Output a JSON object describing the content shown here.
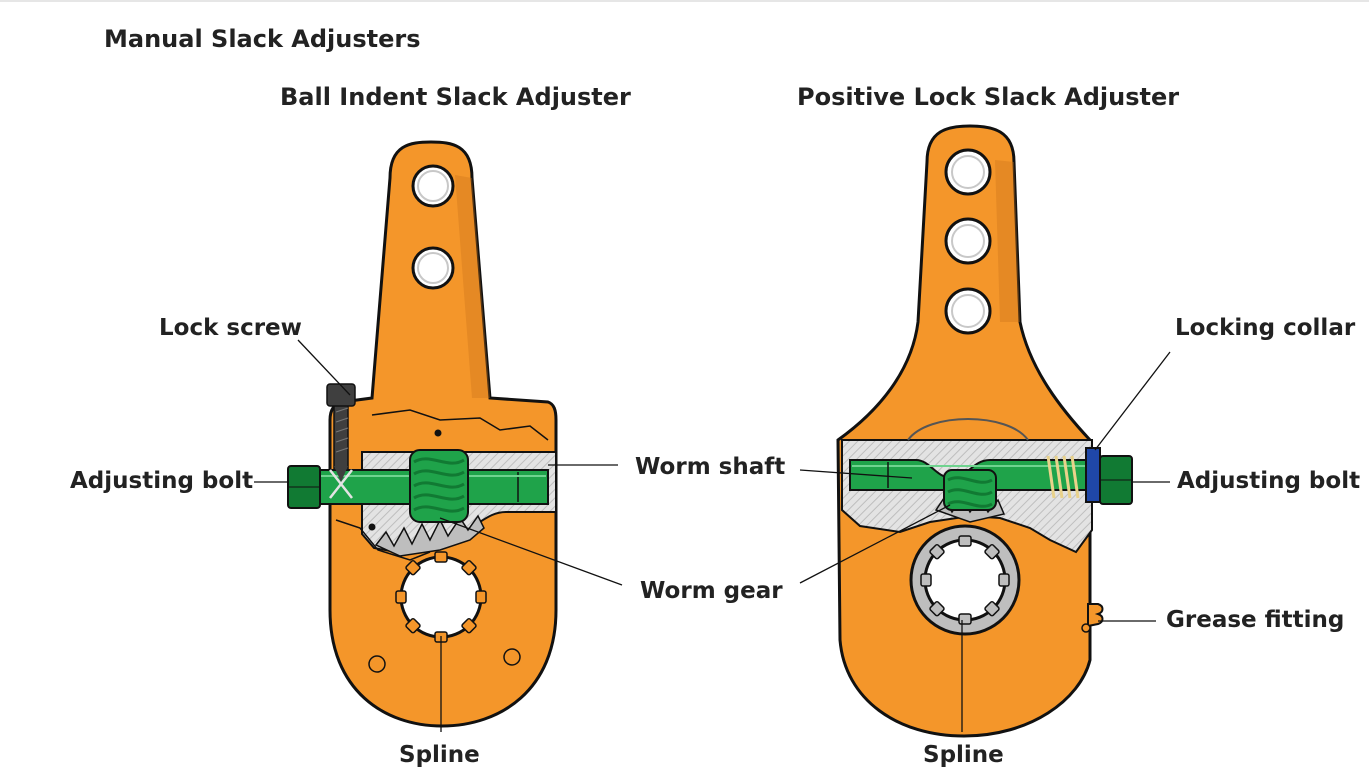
{
  "title": "Manual Slack Adjusters",
  "colors": {
    "body": "#F4962A",
    "body_dark": "#C9731A",
    "outline": "#111111",
    "worm": "#1FA34A",
    "worm_dark": "#117A33",
    "housing": "#BEBEBE",
    "housing_light": "#E3E3E3",
    "collar": "#1F47A8",
    "bolt_gray": "#3F3F3F",
    "leader": "#111111",
    "text": "#222222"
  },
  "left_adjuster": {
    "title": "Ball Indent Slack Adjuster",
    "labels": {
      "lock_screw": "Lock screw",
      "adjusting_bolt": "Adjusting bolt",
      "spline": "Spline"
    }
  },
  "right_adjuster": {
    "title": "Positive Lock Slack Adjuster",
    "labels": {
      "locking_collar": "Locking collar",
      "adjusting_bolt": "Adjusting bolt",
      "grease_fitting": "Grease fitting",
      "spline": "Spline"
    }
  },
  "shared_labels": {
    "worm_shaft": "Worm shaft",
    "worm_gear": "Worm gear"
  }
}
